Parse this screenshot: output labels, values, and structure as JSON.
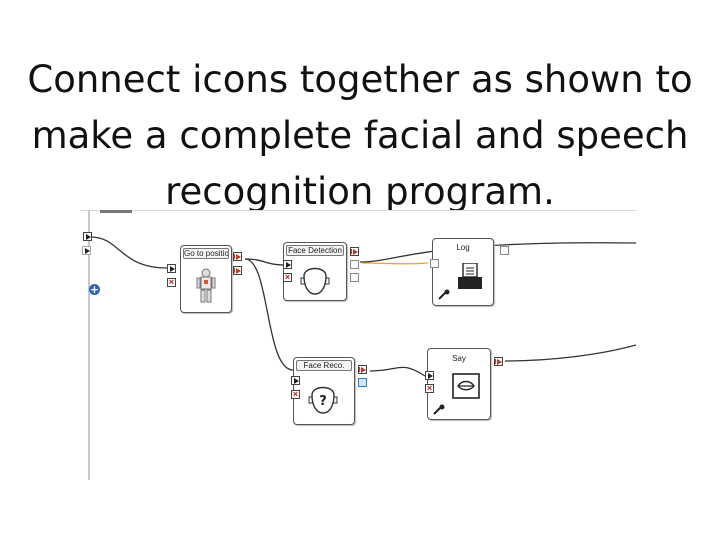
{
  "slide": {
    "title_lines": [
      "Connect icons together as shown to",
      "make a complete facial and speech",
      "recognition program."
    ]
  },
  "boxes": {
    "go_to_position": {
      "label": "Go to position Sit",
      "icon": "robot-icon"
    },
    "face_detection": {
      "label": "Face Detection",
      "icon": "face-icon"
    },
    "log": {
      "label": "Log",
      "icon": "printer-icon"
    },
    "face_reco": {
      "label": "Face Reco.",
      "icon": "face-question-icon"
    },
    "say": {
      "label": "Say",
      "icon": "mouth-icon"
    }
  },
  "colors": {
    "wire": "#333333",
    "active_wire": "#f0a818",
    "accent_blue": "#2c7fc0",
    "stop_red": "#c21d1d"
  }
}
